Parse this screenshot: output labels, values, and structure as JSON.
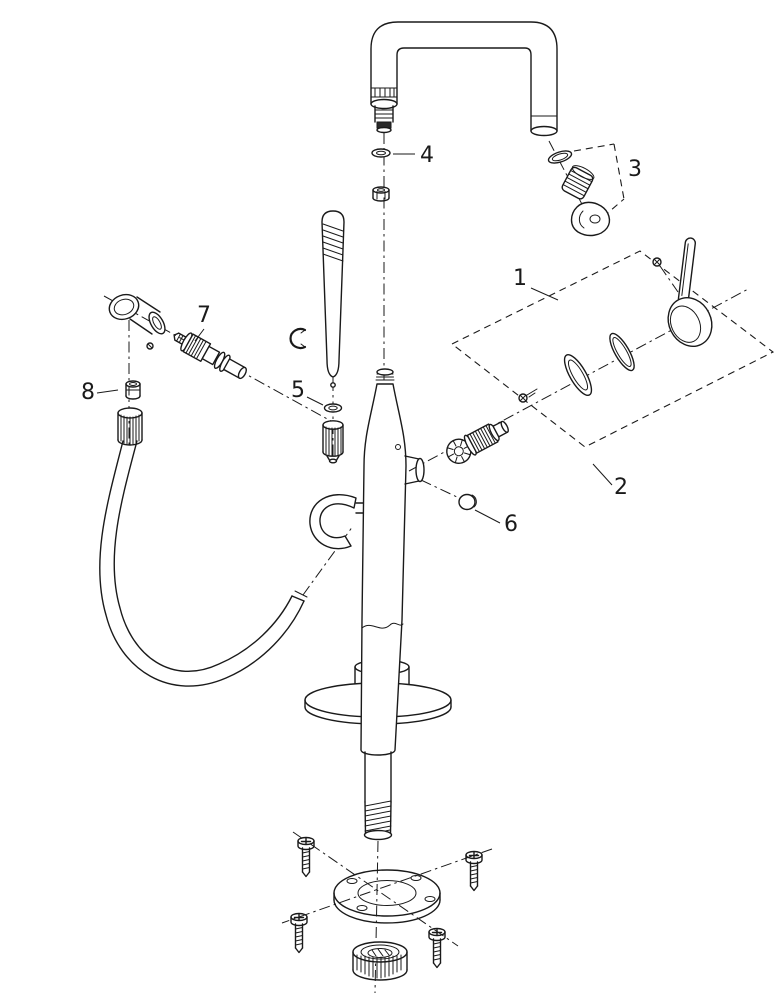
{
  "colors": {
    "background": "#ffffff",
    "line": "#1a1a1a"
  },
  "callouts": {
    "part1": "1",
    "part2": "2",
    "part3": "3",
    "part4": "4",
    "part5": "5",
    "part6": "6",
    "part7": "7",
    "part8": "8"
  }
}
